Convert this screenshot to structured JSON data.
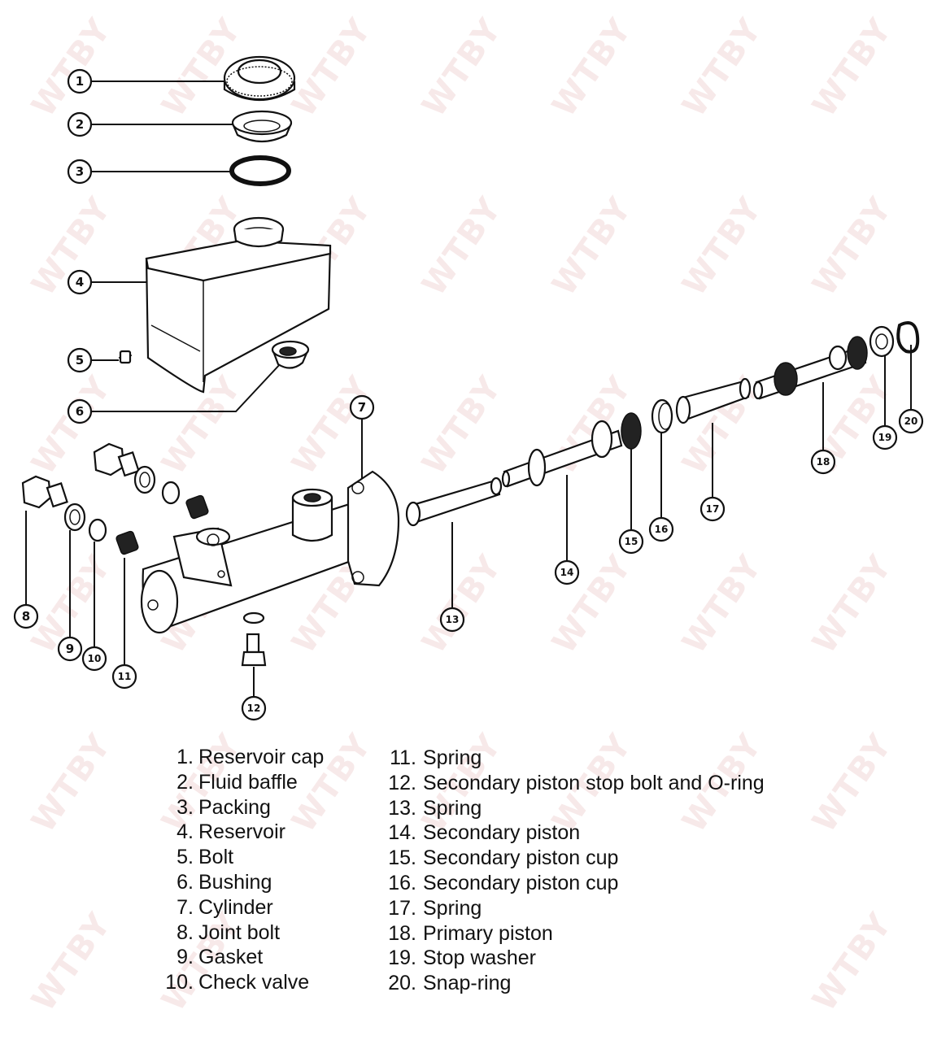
{
  "watermark": "WTBY",
  "callouts": [
    "1",
    "2",
    "3",
    "4",
    "5",
    "6",
    "7",
    "8",
    "9",
    "10",
    "11",
    "12",
    "13",
    "14",
    "15",
    "16",
    "17",
    "18",
    "19",
    "20"
  ],
  "legend": [
    {
      "num": "1.",
      "label": "Reservoir cap"
    },
    {
      "num": "2.",
      "label": "Fluid baffle"
    },
    {
      "num": "3.",
      "label": "Packing"
    },
    {
      "num": "4.",
      "label": "Reservoir"
    },
    {
      "num": "5.",
      "label": "Bolt"
    },
    {
      "num": "6.",
      "label": "Bushing"
    },
    {
      "num": "7.",
      "label": "Cylinder"
    },
    {
      "num": "8.",
      "label": "Joint bolt"
    },
    {
      "num": "9.",
      "label": "Gasket"
    },
    {
      "num": "10.",
      "label": "Check valve"
    },
    {
      "num": "11.",
      "label": "Spring"
    },
    {
      "num": "12.",
      "label": "Secondary piston stop bolt and O-ring"
    },
    {
      "num": "13.",
      "label": "Spring"
    },
    {
      "num": "14.",
      "label": "Secondary piston"
    },
    {
      "num": "15.",
      "label": "Secondary piston cup"
    },
    {
      "num": "16.",
      "label": "Secondary piston cup"
    },
    {
      "num": "17.",
      "label": "Spring"
    },
    {
      "num": "18.",
      "label": "Primary piston"
    },
    {
      "num": "19.",
      "label": "Stop washer"
    },
    {
      "num": "20.",
      "label": "Snap-ring"
    }
  ]
}
